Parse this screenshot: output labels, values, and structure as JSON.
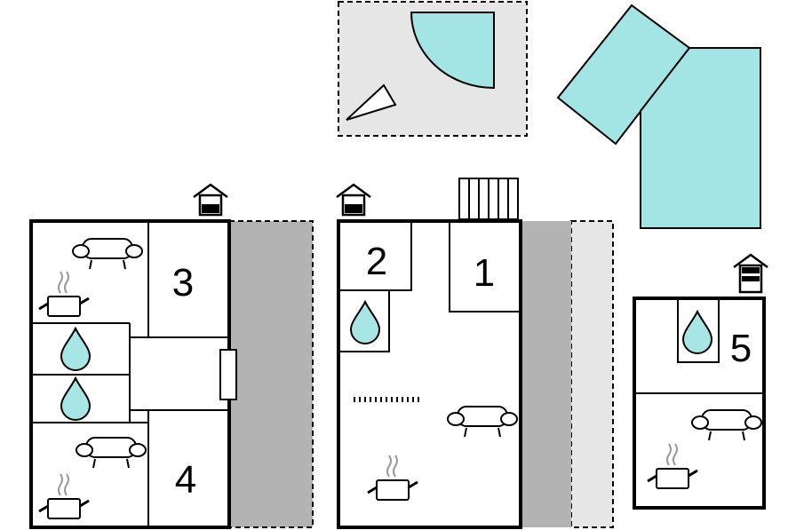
{
  "room_numbers": {
    "r1": "1",
    "r2": "2",
    "r3": "3",
    "r4": "4",
    "r5": "5"
  },
  "colors": {
    "pool": "#a3e4e4",
    "terrace_light": "#e6e6e6",
    "terrace_dark": "#b3b3b3",
    "wall": "#000000",
    "water_drop": "#a8e6e6"
  },
  "icons": [
    "house-entrance-icon",
    "sofa-icon",
    "stove-icon",
    "water-drop-icon",
    "stairs-icon",
    "door-icon"
  ]
}
